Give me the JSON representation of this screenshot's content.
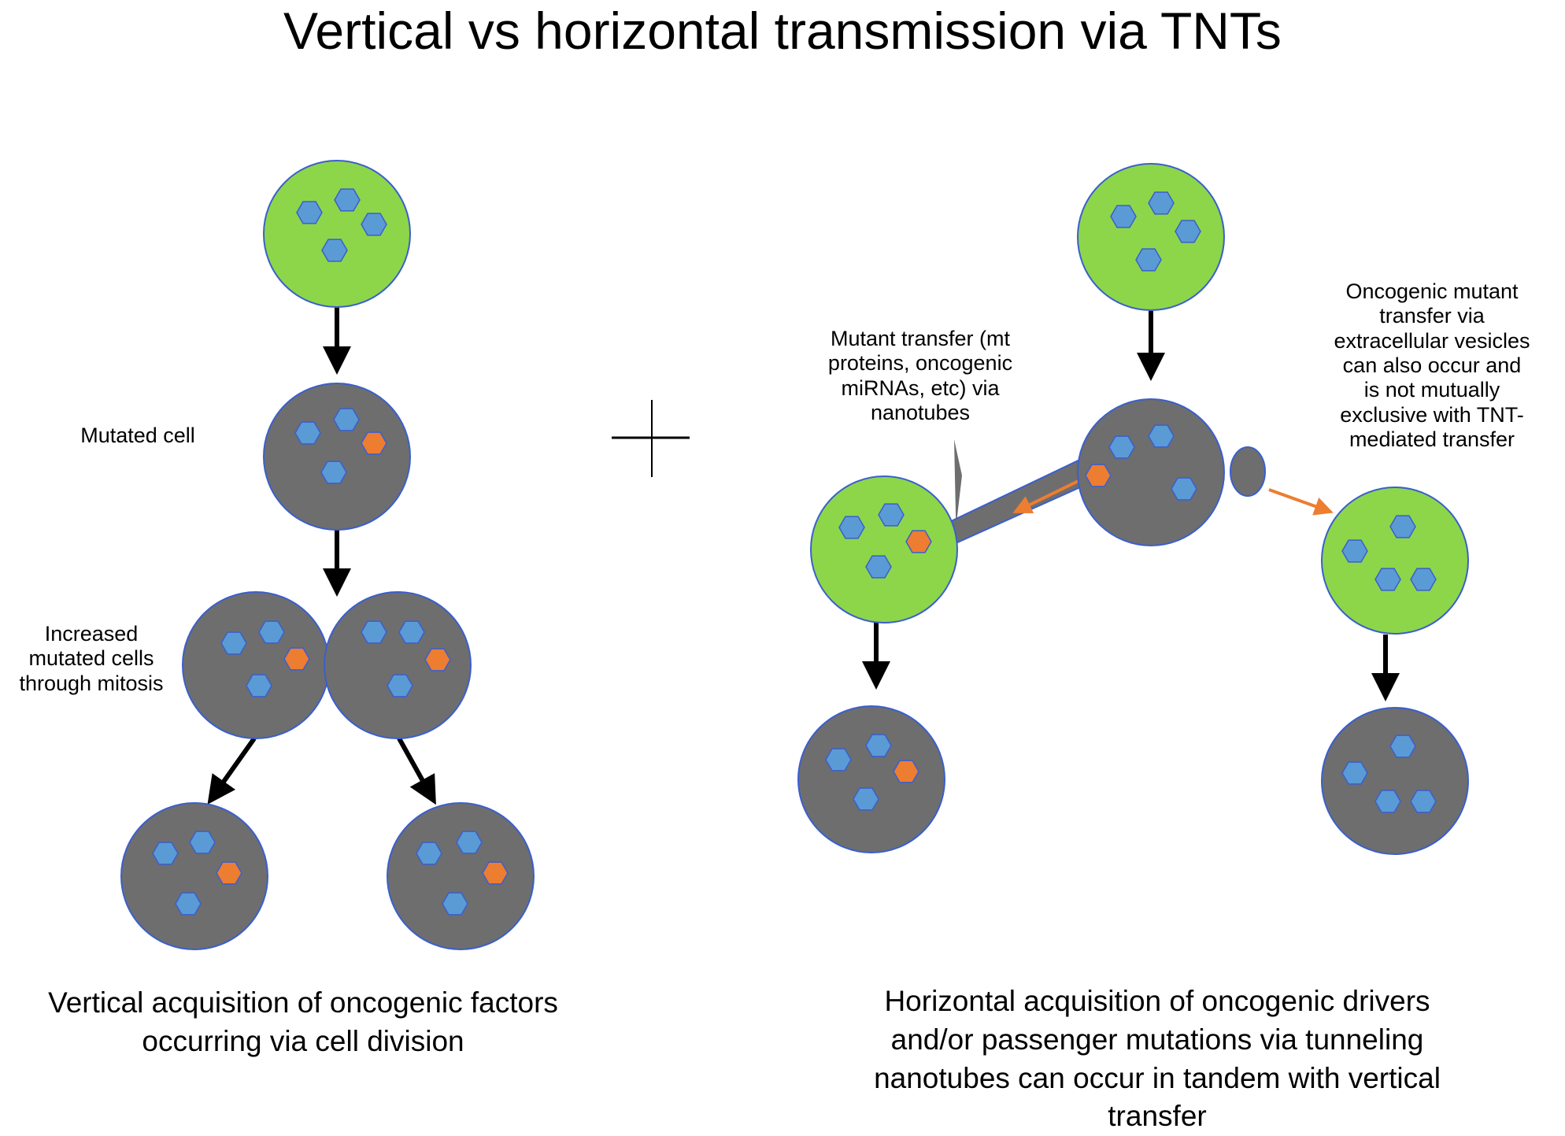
{
  "title": "Vertical vs horizontal transmission via TNTs",
  "labels": {
    "mutated_cell": "Mutated cell",
    "increased": [
      "Increased",
      "mutated cells",
      "through mitosis"
    ],
    "mutant_transfer": [
      "Mutant transfer (mt",
      "proteins, oncogenic",
      "miRNAs, etc) via",
      "nanotubes"
    ],
    "vesicle_transfer": [
      "Oncogenic mutant",
      "transfer via",
      "extracellular vesicles",
      "can also occur and",
      "is not mutually",
      "exclusive with TNT-",
      "mediated transfer"
    ]
  },
  "captions": {
    "vertical": [
      "Vertical acquisition of oncogenic factors",
      "occurring via cell division"
    ],
    "horizontal": [
      "Horizontal acquisition of oncogenic drivers",
      "and/or passenger mutations via tunneling",
      "nanotubes can occur in tandem with vertical",
      "transfer"
    ]
  },
  "colors": {
    "healthy_cell": "#8dd64a",
    "mutated_cell": "#6e6e6e",
    "cell_border": "#3a5fcd",
    "protein_normal": "#5b9bd5",
    "protein_oncogenic": "#ed7d31",
    "arrow": "#000000",
    "transfer_arrow": "#ed7d31"
  }
}
